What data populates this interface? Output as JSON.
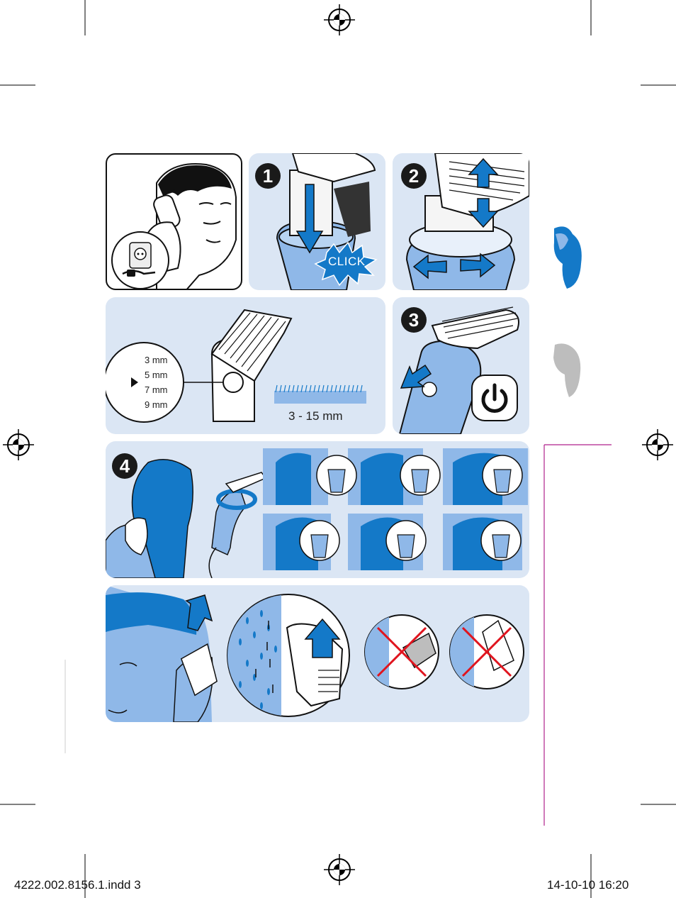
{
  "colors": {
    "panel_bg": "#dbe6f4",
    "accent_blue": "#1479c8",
    "light_blue": "#8fb8e8",
    "magenta_rule": "#b0228c",
    "gray_tab": "#bdbdbd",
    "cross_red": "#e0141e"
  },
  "panels": {
    "step1": {
      "badge": "1",
      "click_label": "CLICK"
    },
    "step2": {
      "badge": "2"
    },
    "settings": {
      "dial_values": [
        "3 mm",
        "5 mm",
        "7 mm",
        "9 mm"
      ],
      "selected": "7 mm",
      "range_label": "3 - 15 mm"
    },
    "step3": {
      "badge": "3"
    },
    "step4": {
      "badge": "4"
    }
  },
  "icons": [
    "power-icon",
    "up-arrow-icon",
    "down-arrow-icon",
    "left-right-arrow-icon",
    "cross-icon",
    "registration-mark-icon"
  ],
  "footer": {
    "file_info": "4222.002.8156.1.indd   3",
    "date_time": "14-10-10   16:20"
  }
}
